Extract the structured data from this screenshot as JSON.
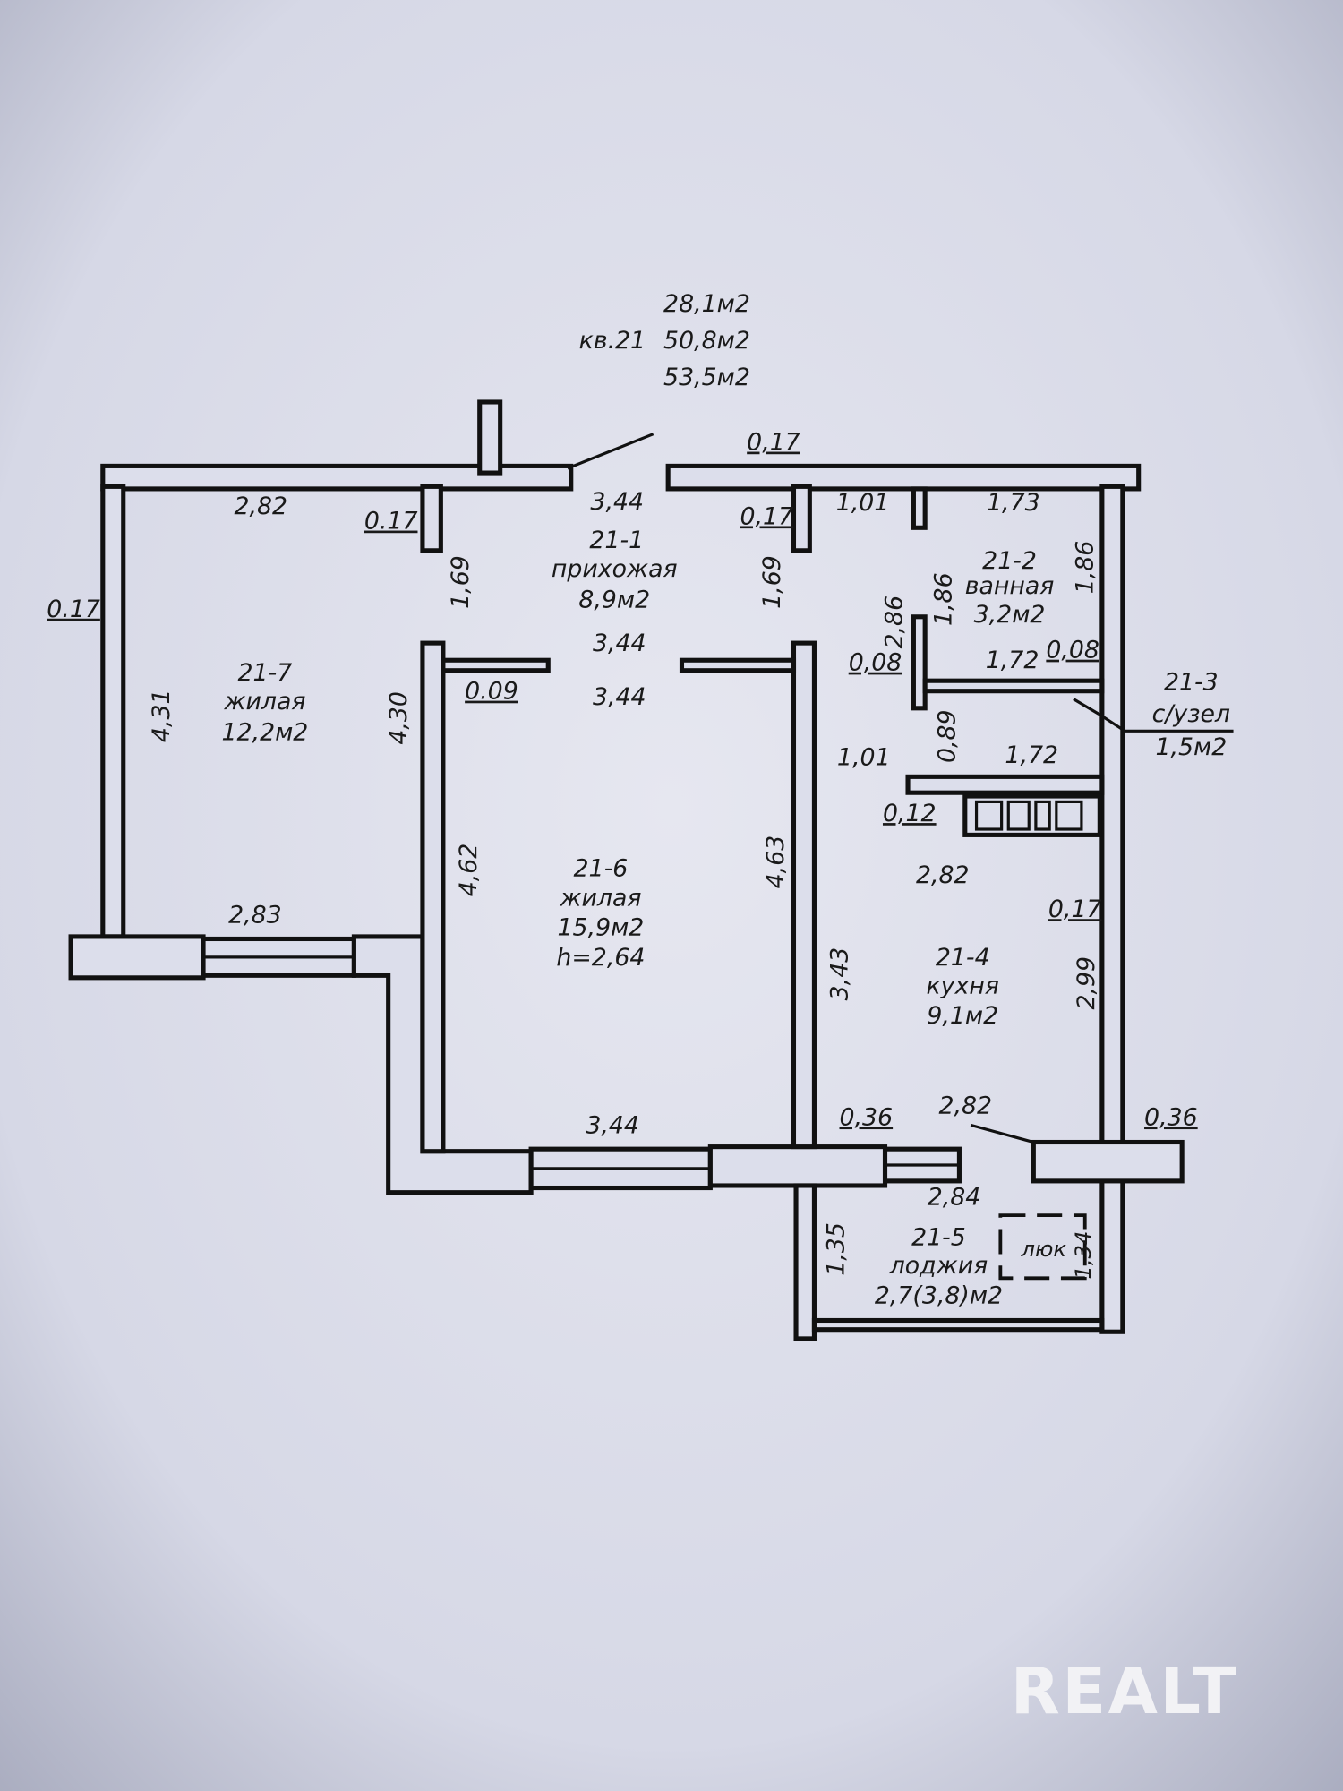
{
  "apartment": {
    "label": "кв.21",
    "areas": [
      "28,1м2",
      "50,8м2",
      "53,5м2"
    ]
  },
  "rooms": [
    {
      "id": "21-1",
      "name": "прихожая",
      "area": "8,9м2"
    },
    {
      "id": "21-2",
      "name": "ванная",
      "area": "3,2м2"
    },
    {
      "id": "21-3",
      "name": "с/узел",
      "area": "1,5м2"
    },
    {
      "id": "21-4",
      "name": "кухня",
      "area": "9,1м2"
    },
    {
      "id": "21-5",
      "name": "лоджия",
      "area": "2,7(3,8)м2"
    },
    {
      "id": "21-6",
      "name": "жилая",
      "area": "15,9м2",
      "height": "h=2,64"
    },
    {
      "id": "21-7",
      "name": "жилая",
      "area": "12,2м2"
    }
  ],
  "hatch_label": "люк",
  "dims": {
    "d_282_top": "2,82",
    "d_017_lw": "0.17",
    "d_017_a": "0.17",
    "d_431": "4,31",
    "d_430": "4,30",
    "d_283": "2,83",
    "d_344_a": "3,44",
    "d_344_b": "3,44",
    "d_344_c": "3,44",
    "d_344_d": "3,44",
    "d_169_a": "1,69",
    "d_169_b": "1,69",
    "d_009": "0.09",
    "d_462": "4,62",
    "d_463": "4,63",
    "d_017_top": "0,17",
    "d_017_b": "0,17",
    "d_101_a": "1,01",
    "d_173": "1,73",
    "d_186_a": "1,86",
    "d_186_b": "1,86",
    "d_286": "2,86",
    "d_008_a": "0,08",
    "d_008_b": "0,08",
    "d_172_a": "1,72",
    "d_089": "0,89",
    "d_101_b": "1,01",
    "d_172_b": "1,72",
    "d_012": "0,12",
    "d_282_k": "2,82",
    "d_017_k": "0,17",
    "d_343": "3,43",
    "d_299": "2,99",
    "d_036_a": "0,36",
    "d_282_b": "2,82",
    "d_036_b": "0,36",
    "d_284": "2,84",
    "d_135": "1,35",
    "d_134": "1,34"
  },
  "watermark": "REALT"
}
